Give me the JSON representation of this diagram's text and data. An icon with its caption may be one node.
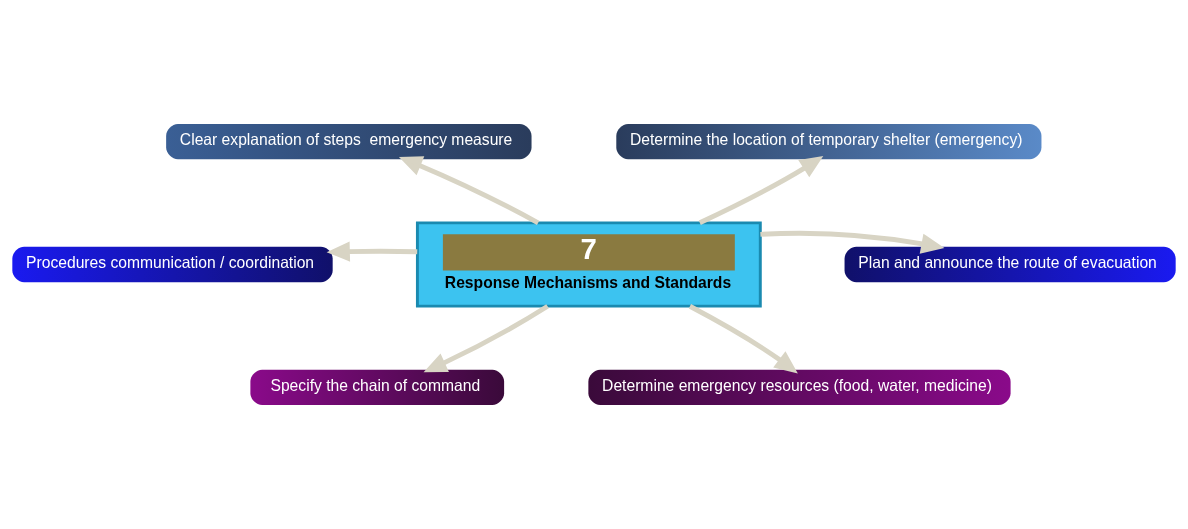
{
  "diagram": {
    "nodes": [
      {
        "text": [
          "7",
          "Response Mechanisms and Standards"
        ]
      },
      {
        "text": [
          "Clear explanation of steps  emergency measure"
        ]
      },
      {
        "text": [
          "Determine the location of temporary shelter (emergency)"
        ]
      },
      {
        "text": [
          "Procedures communication / coordination"
        ]
      },
      {
        "text": [
          "Plan and announce the route of evacuation"
        ]
      },
      {
        "text": [
          "Specify the chain of command"
        ]
      },
      {
        "text": [
          "Determine emergency resources (food, water, medicine)"
        ]
      }
    ],
    "edges": [
      {
        "from": 0,
        "to": 1,
        "arrow": "to"
      },
      {
        "from": 0,
        "to": 2,
        "arrow": "to"
      },
      {
        "from": 0,
        "to": 3,
        "arrow": "to"
      },
      {
        "from": 0,
        "to": 4,
        "arrow": "to"
      },
      {
        "from": 0,
        "to": 5,
        "arrow": "to"
      },
      {
        "from": 0,
        "to": 6,
        "arrow": "to"
      }
    ]
  }
}
